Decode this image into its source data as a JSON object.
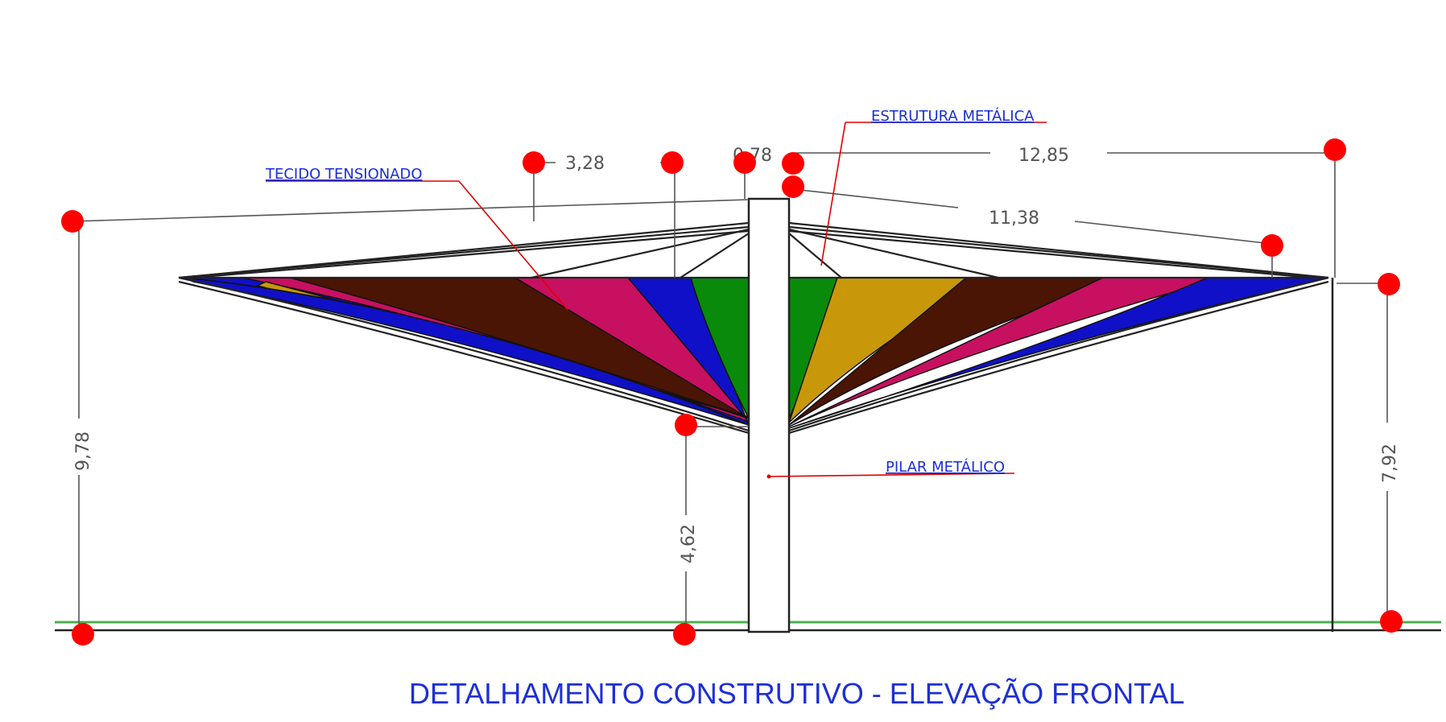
{
  "title": "DETALHAMENTO CONSTRUTIVO - ELEVAÇÃO FRONTAL",
  "callouts": {
    "fabric": "TECIDO TENSIONADO",
    "steel_structure": "ESTRUTURA METÁLICA",
    "steel_column": "PILAR METÁLICO"
  },
  "dimensions": {
    "top_left_segment": "3,28",
    "top_center_segment": "0,78",
    "top_right_span": "12,85",
    "rafter_length": "11,38",
    "left_height": "9,78",
    "column_clear_height": "4,62",
    "right_height": "7,92"
  },
  "colors": {
    "fabric_blue": "#1010c8",
    "fabric_green": "#0a8a0a",
    "fabric_gold": "#c8980a",
    "fabric_brown": "#4a1505",
    "fabric_magenta": "#c81060",
    "ground_line": "#4caf50",
    "marker": "#ff0000",
    "label_blue": "#1a2fd0"
  }
}
